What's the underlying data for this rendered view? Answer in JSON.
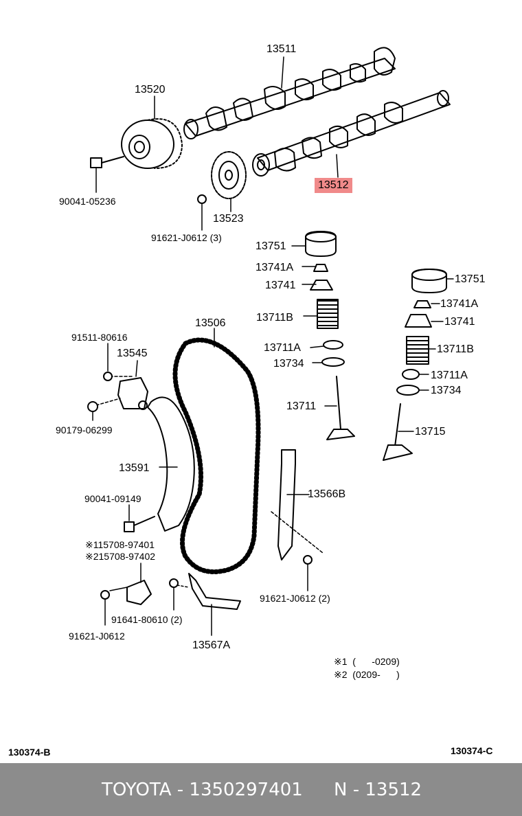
{
  "labels": {
    "p13511": "13511",
    "p13520": "13520",
    "p13512": "13512",
    "p90041_05236": "90041-05236",
    "p13523": "13523",
    "p91621_j0612_3": "91621-J0612 (3)",
    "p13751_a": "13751",
    "p13741a_a": "13741A",
    "p13741_a": "13741",
    "p13711b_a": "13711B",
    "p13711a_a": "13711A",
    "p13734_a": "13734",
    "p13711": "13711",
    "p13751_b": "13751",
    "p13741a_b": "13741A",
    "p13741_b": "13741",
    "p13711b_b": "13711B",
    "p13711a_b": "13711A",
    "p13734_b": "13734",
    "p13715": "13715",
    "p13506": "13506",
    "p91511_80616": "91511-80616",
    "p13545": "13545",
    "p90179_06299": "90179-06299",
    "p13591": "13591",
    "p90041_09149": "90041-09149",
    "p115708": "※115708-97401",
    "p215708": "※215708-97402",
    "p13566b": "13566B",
    "p91621_j0612_2": "91621-J0612 (2)",
    "p91641_80610_2": "91641-80610 (2)",
    "p91621_j0612": "91621-J0612",
    "p13567a": "13567A"
  },
  "notes": {
    "n1": "※1  (      -0209)",
    "n2": "※2  (0209-      )"
  },
  "corner": {
    "left": "130374-B",
    "right": "130374-C"
  },
  "footer": {
    "brand_part": "TOYOTA - 1350297401",
    "ref": "N - 13512"
  },
  "highlight_color": "#f08a8a"
}
